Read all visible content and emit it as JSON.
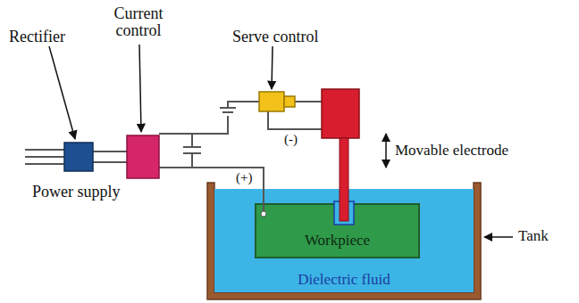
{
  "diagram": {
    "nodes": [
      {
        "text": [
          "Dielectric fluid"
        ]
      },
      {
        "text": [
          "Workpiece"
        ],
        "in": 0
      }
    ],
    "labels": [
      "Rectifier",
      "Current control",
      "Serve control",
      "(+)",
      "(-)",
      "Movable electrode",
      "Power supply",
      "Tank"
    ]
  }
}
